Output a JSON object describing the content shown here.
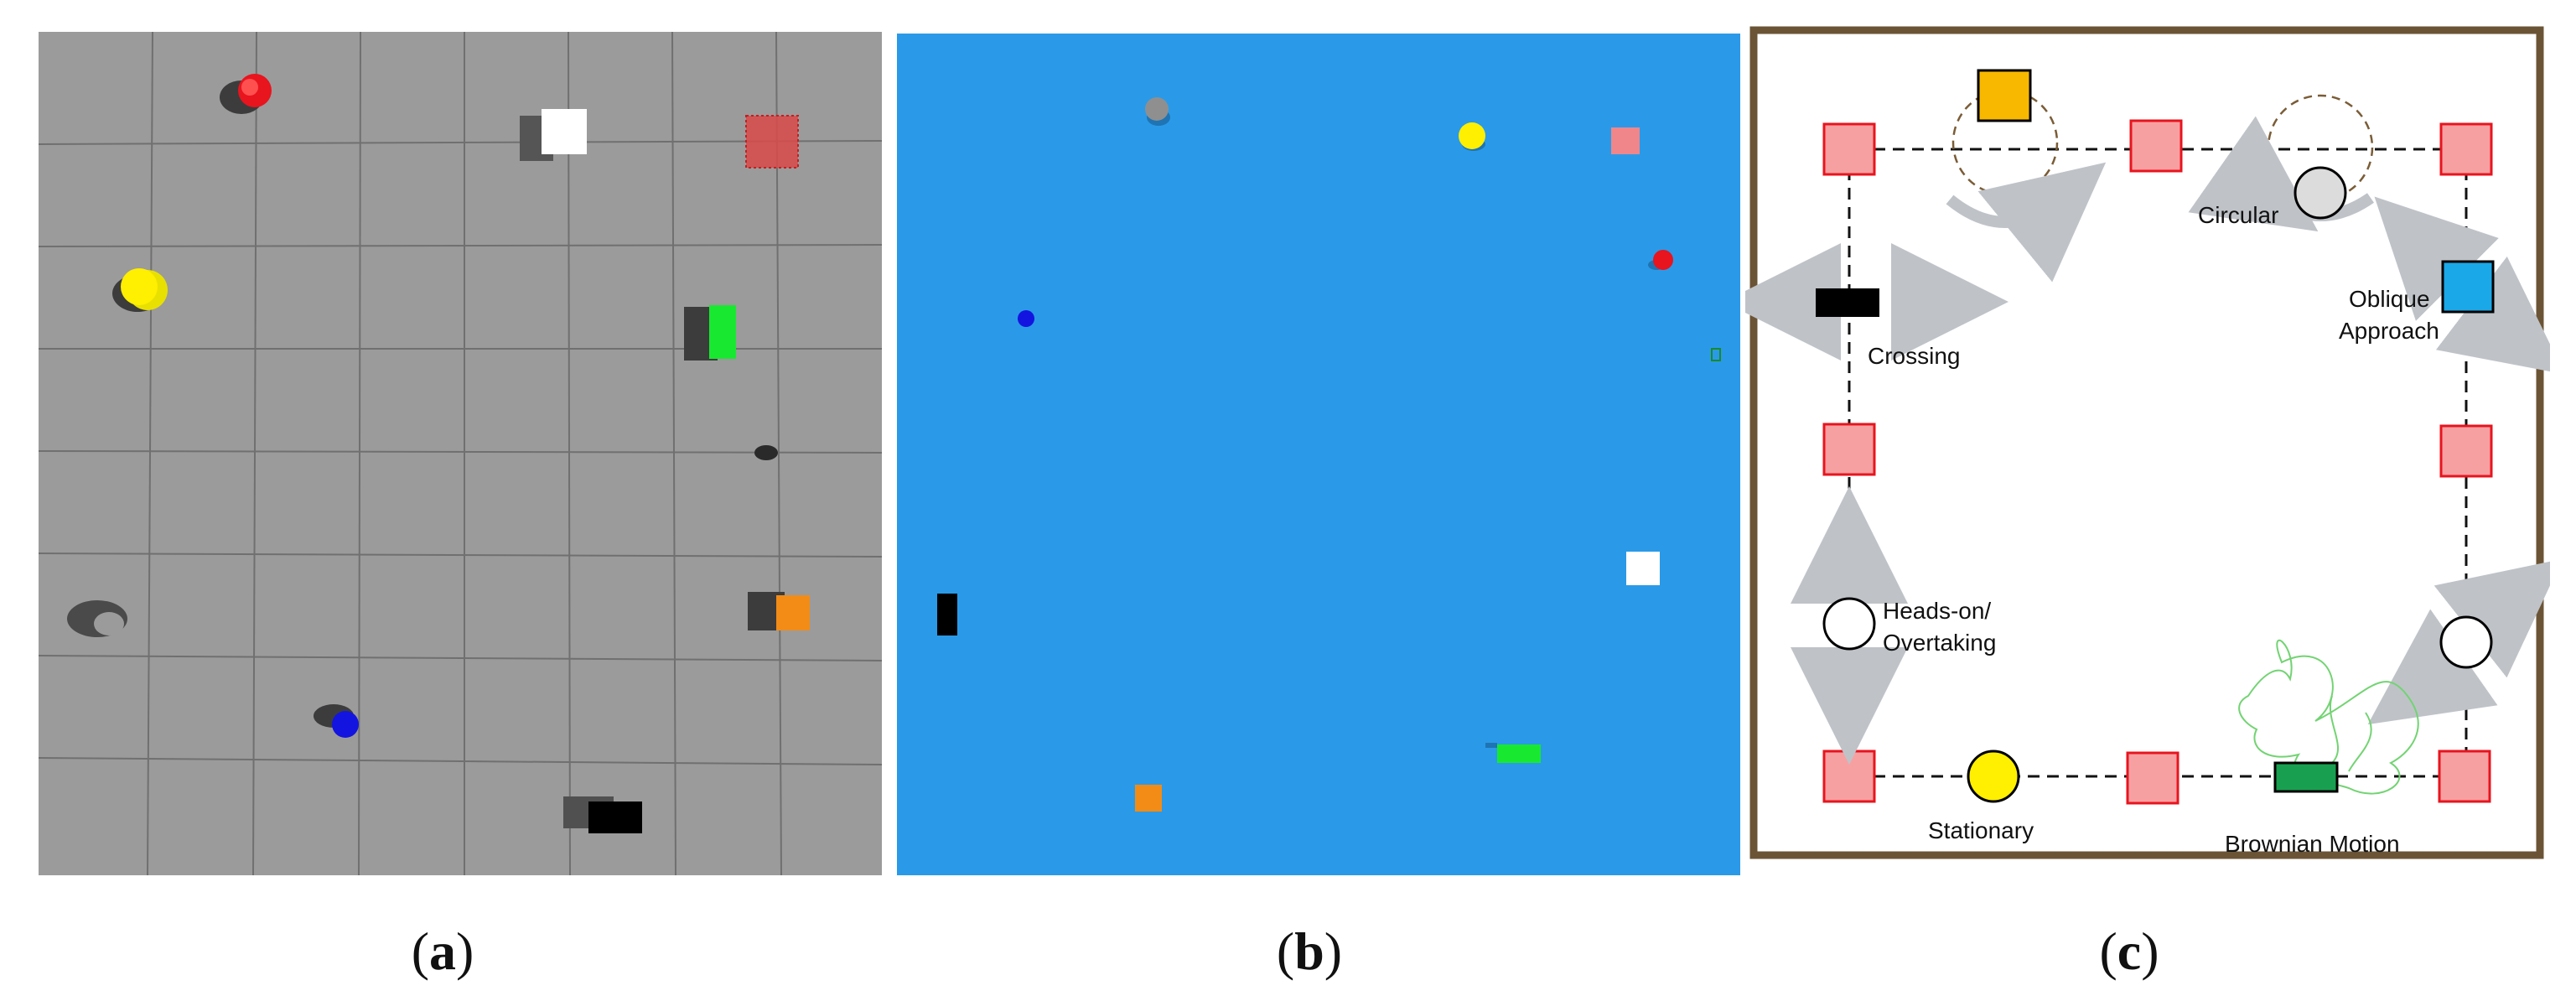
{
  "panels": {
    "a": {
      "caption_open": "(",
      "caption_letter": "a",
      "caption_close": ")",
      "floor_color": "#9b9b9b",
      "grid_color": "#6f6f6f"
    },
    "b": {
      "caption_open": "(",
      "caption_letter": "b",
      "caption_close": ")",
      "floor_color": "#2a9ae8"
    },
    "c": {
      "caption_open": "(",
      "caption_letter": "c",
      "caption_close": ")",
      "frame_color": "#6b5436",
      "waypoint_fill": "#f7a0a2",
      "waypoint_stroke": "#e8141e",
      "labels": {
        "circular": "Circular",
        "crossing": "Crossing",
        "oblique_line1": "Oblique",
        "oblique_line2": "Approach",
        "heads_on_line1": "Heads-on/",
        "heads_on_line2": "Overtaking",
        "stationary": "Stationary",
        "brownian": "Brownian Motion"
      }
    }
  },
  "colors": {
    "red": "#e8141e",
    "yellow": "#ffef00",
    "green": "#18e830",
    "orange": "#f28c16",
    "blue": "#1414e0",
    "black": "#000000",
    "white": "#ffffff",
    "gold": "#f9b800",
    "sky": "#1aa8e8",
    "dark_green": "#18a050",
    "light_gray": "#dcdcdc",
    "arrow_gray": "#bfc3c8"
  }
}
